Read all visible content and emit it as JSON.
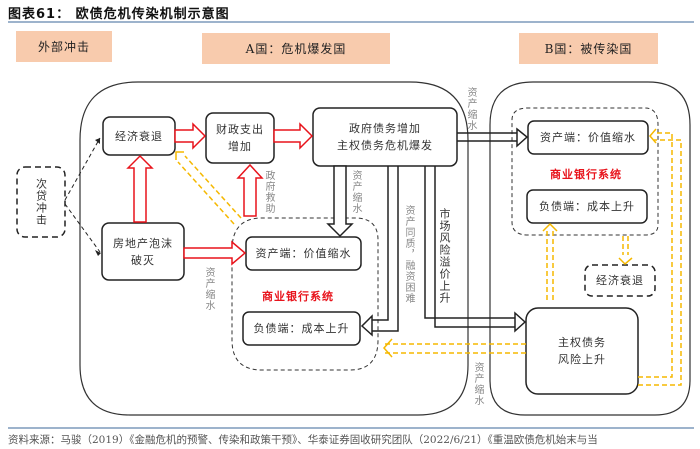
{
  "title": "图表61：  欧债危机传染机制示意图",
  "headers": {
    "external": "外部冲击",
    "country_a": "A国：危机爆发国",
    "country_b": "B国：被传染国"
  },
  "nodes": {
    "subprime": "次贷冲击",
    "recession_a": "经济衰退",
    "fiscal_spending": "财政支出\n增加",
    "gov_debt": "政府债务增加\n主权债务危机爆发",
    "housing_bubble": "房地产泡沫\n破灭",
    "a_assets": "资产端：价值缩水",
    "a_liabilities": "负债端：成本上升",
    "a_bank_system": "商业银行系统",
    "b_assets": "资产端：价值缩水",
    "b_liabilities": "负债端：成本上升",
    "b_bank_system": "商业银行系统",
    "recession_b": "经济衰退",
    "sovereign_risk_b": "主权债务\n风险上升"
  },
  "edge_labels": {
    "gov_bailout": "政府救助",
    "asset_shrink_1": "资产缩水",
    "asset_shrink_2": "资产缩水",
    "asset_shrink_3": "资产缩水",
    "asset_shrink_4": "资产缩水",
    "asset_quality_funding": "资产同质，融资困难",
    "market_risk_premium": "市场风险溢价上升"
  },
  "colors": {
    "header_fill": "#f8cbad",
    "red_arrow": "#e8141c",
    "yellow_arrow": "#f5b800",
    "bank_label": "#e8141c",
    "rule": "#9db3cc"
  },
  "source": "资料来源：马骏（2019）《金融危机的预警、传染和政策干预》、华泰证券固收研究团队（2022/6/21）《重温欧债危机始末与当"
}
